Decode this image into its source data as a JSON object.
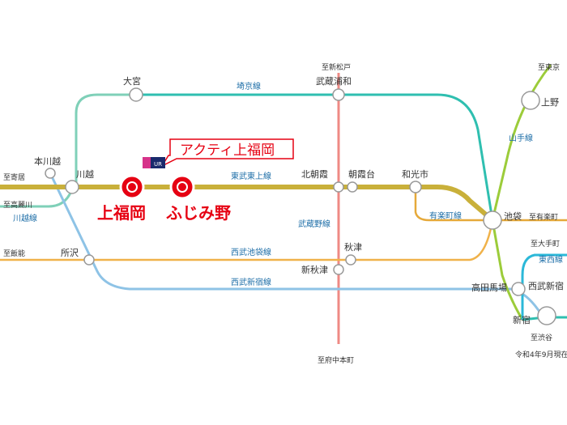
{
  "lines": {
    "seibu_tojo": "東武東上線",
    "saikyo": "埼京線",
    "musashino": "武蔵野線",
    "yurakucho": "有楽町線",
    "seibu_ikebukuro": "西武池袋線",
    "seibu_shinjuku": "西武新宿線",
    "yamanote": "山手線",
    "tozai": "東西線",
    "kawagoe": "川越線"
  },
  "stations": {
    "omiya": "大宮",
    "musashi_urawa": "武蔵浦和",
    "kawagoe": "川越",
    "honkawagoe": "本川越",
    "kitaasaka": "北朝霞",
    "asakadai": "朝霞台",
    "wakoshi": "和光市",
    "ikebukuro": "池袋",
    "tokorozawa": "所沢",
    "akitsu": "秋津",
    "shin_akitsu": "新秋津",
    "takadanobaba": "高田馬場",
    "seibu_shinjuku": "西武新宿",
    "shinjuku": "新宿",
    "ueno": "上野"
  },
  "directions": {
    "shin_matsudo": "至新松戸",
    "tokyo": "至東京",
    "yorii": "至寄居",
    "komagawa": "至高麗川",
    "hanno": "至飯能",
    "fuchu_hommachi": "至府中本町",
    "shin_kiba": "至有楽町",
    "otemachi": "至大手町",
    "shibuya": "至渋谷"
  },
  "highlight": {
    "kamifukuoka": "上福岡",
    "fujimino": "ふじみ野",
    "callout": "アクティ上福岡",
    "logo_text": "UR"
  },
  "footnote": "令和4年9月現在",
  "colors": {
    "tojo": "#c9b03a",
    "saikyo": "#2fbfb0",
    "musashino": "#ef8a84",
    "yurakucho": "#e6a93a",
    "ikebukuro_line": "#f0b24a",
    "shinjuku_line": "#8ec3e6",
    "yamanote": "#9ccc3a",
    "tozai": "#2bb8d8",
    "accent": "#e60012"
  }
}
